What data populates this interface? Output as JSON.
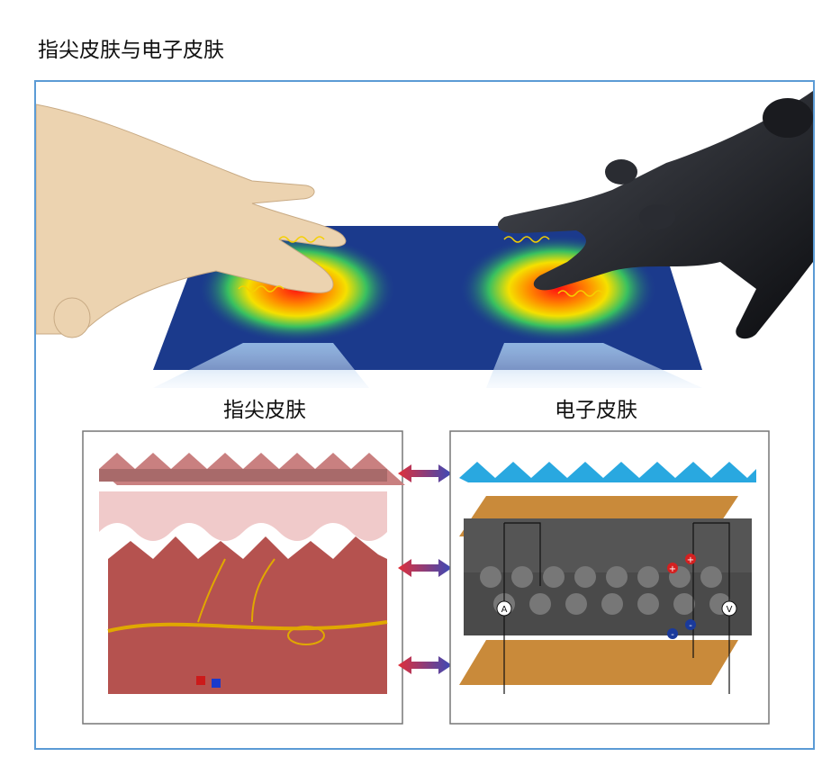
{
  "title": "指尖皮肤与电子皮肤",
  "labels": {
    "fingertip_skin": "指尖皮肤",
    "electronic_skin": "电子皮肤"
  },
  "meters": {
    "ammeter": "A",
    "voltmeter": "V"
  },
  "charges": {
    "positive": "+",
    "negative": "-"
  },
  "colors": {
    "frame": "#5b9bd5",
    "heatmap_base": "#1b3a8c",
    "skin_layer": "#b5524f",
    "eskin_top": "#29a8e0",
    "electrode": "#c98a3a",
    "dielectric": "#555555"
  }
}
